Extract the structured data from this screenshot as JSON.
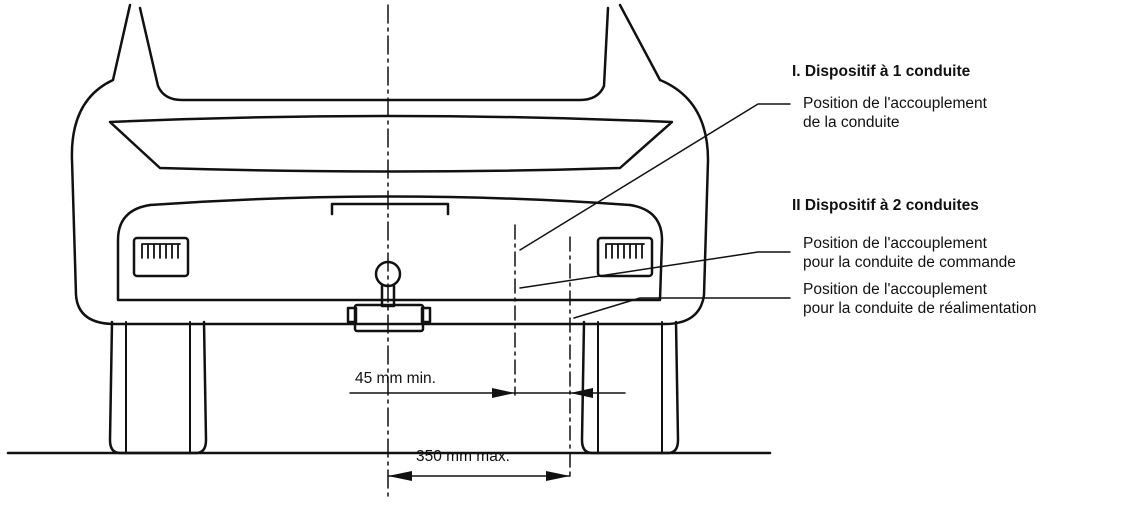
{
  "colors": {
    "ink": "#111111",
    "background": "#ffffff"
  },
  "legend": {
    "section1": {
      "heading": "I.   Dispositif à 1 conduite",
      "items": [
        {
          "lines": [
            "Position de l'accouplement",
            "de la conduite"
          ]
        }
      ]
    },
    "section2": {
      "heading": "II   Dispositif à 2 conduites",
      "items": [
        {
          "lines": [
            "Position de l'accouplement",
            "pour la conduite de commande"
          ]
        },
        {
          "lines": [
            "Position de l'accouplement",
            "pour la conduite de réalimentation"
          ]
        }
      ]
    }
  },
  "dimensions": {
    "coupling_offset": "45 mm min.",
    "max_lateral": "350 mm max."
  }
}
